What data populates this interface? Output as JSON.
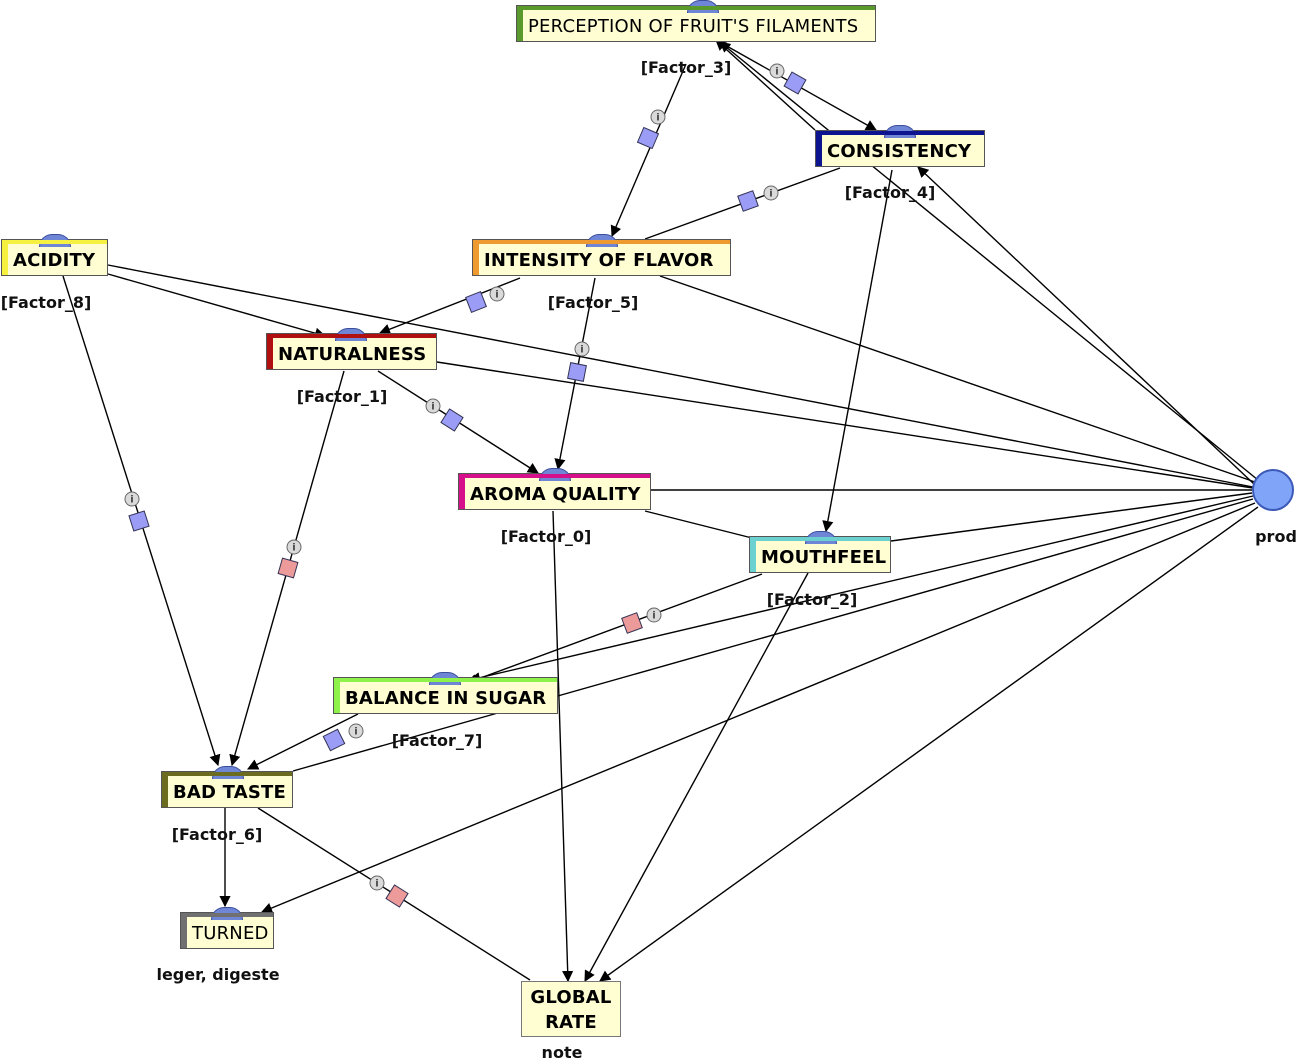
{
  "colors": {
    "positive_square": "#9a9cf6",
    "negative_square": "#ec9a9a",
    "edge": "#000000",
    "node_fill": "#fefed2"
  },
  "nodes": {
    "perception": {
      "label": "PERCEPTION OF FRUIT'S FILAMENTS",
      "caption": "[Factor_3]",
      "color": "#5a9a2c"
    },
    "consistency": {
      "label": "CONSISTENCY",
      "caption": "[Factor_4]",
      "color": "#0c1490"
    },
    "acidity": {
      "label": "ACIDITY",
      "caption": "[Factor_8]",
      "color": "#f6f040"
    },
    "intensity": {
      "label": "INTENSITY OF FLAVOR",
      "caption": "[Factor_5]",
      "color": "#ee9a30"
    },
    "naturalness": {
      "label": "NATURALNESS",
      "caption": "[Factor_1]",
      "color": "#b01010"
    },
    "aroma": {
      "label": "AROMA QUALITY",
      "caption": "[Factor_0]",
      "color": "#d6108a"
    },
    "mouthfeel": {
      "label": "MOUTHFEEL",
      "caption": "[Factor_2]",
      "color": "#6ad0d0"
    },
    "balance": {
      "label": "BALANCE IN SUGAR",
      "caption": "[Factor_7]",
      "color": "#8ef24a"
    },
    "badtaste": {
      "label": "BAD TASTE",
      "caption": "[Factor_6]",
      "color": "#6c6c20"
    },
    "turned": {
      "label": "TURNED",
      "caption": "leger, digeste",
      "color": "#707070"
    },
    "global": {
      "label": "GLOBAL RATE",
      "caption": "note"
    },
    "prod": {
      "caption": "prod"
    }
  }
}
